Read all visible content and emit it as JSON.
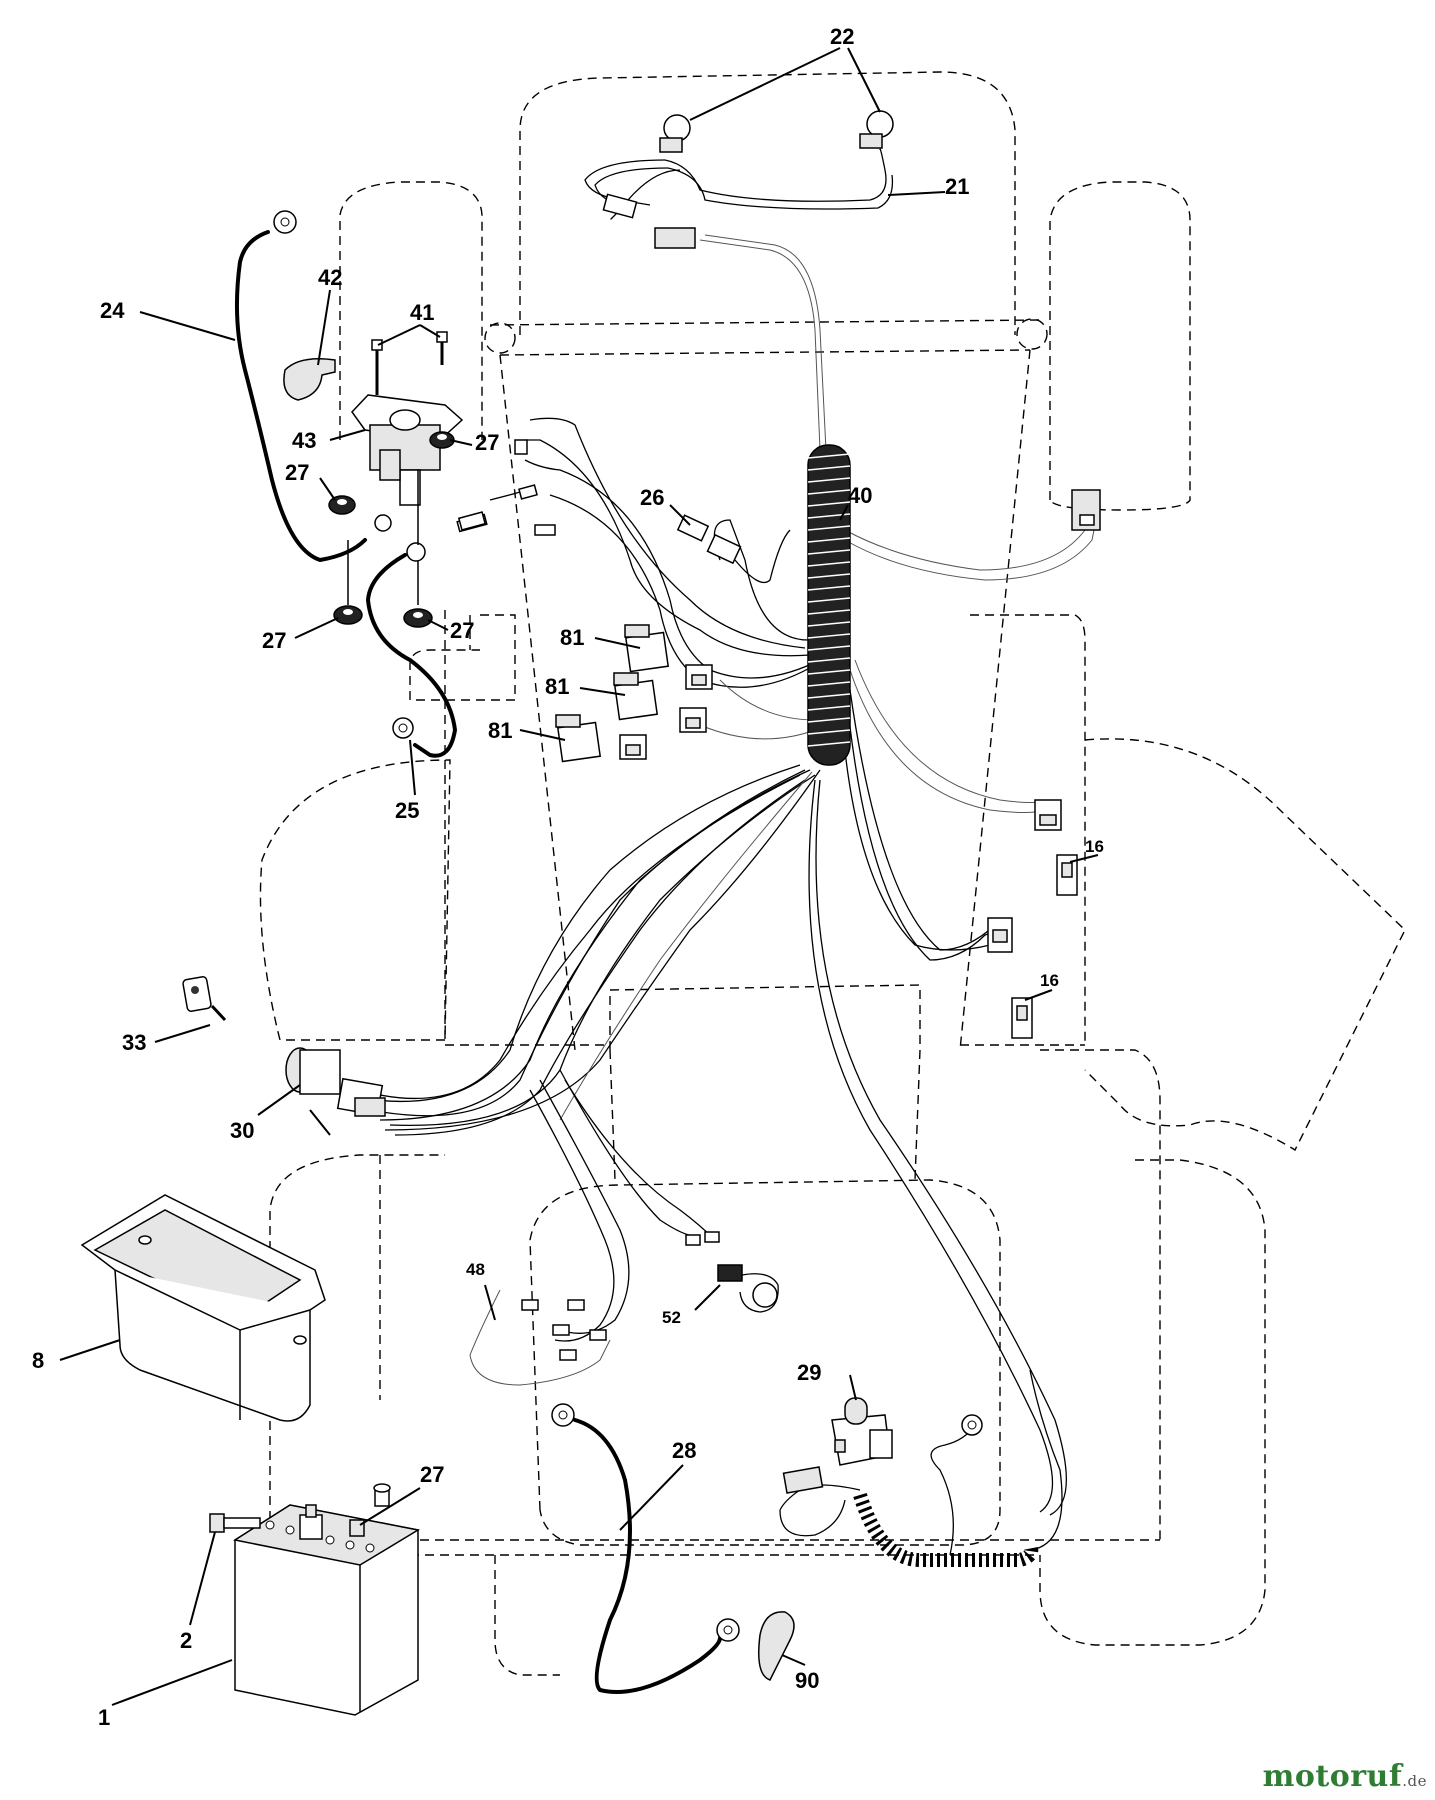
{
  "diagram": {
    "callouts": {
      "p1": "1",
      "p2": "2",
      "p8": "8",
      "p16a": "16",
      "p16b": "16",
      "p21": "21",
      "p22": "22",
      "p24": "24",
      "p25": "25",
      "p26": "26",
      "p27a": "27",
      "p27b": "27",
      "p27c": "27",
      "p27d": "27",
      "p27e": "27",
      "p28": "28",
      "p29": "29",
      "p30": "30",
      "p33": "33",
      "p40": "40",
      "p41": "41",
      "p42": "42",
      "p43": "43",
      "p48": "48",
      "p52": "52",
      "p81a": "81",
      "p81b": "81",
      "p81c": "81",
      "p90": "90"
    }
  },
  "watermark": {
    "main": "motoruf",
    "suffix": ".de",
    "color": "#2e7d32"
  }
}
